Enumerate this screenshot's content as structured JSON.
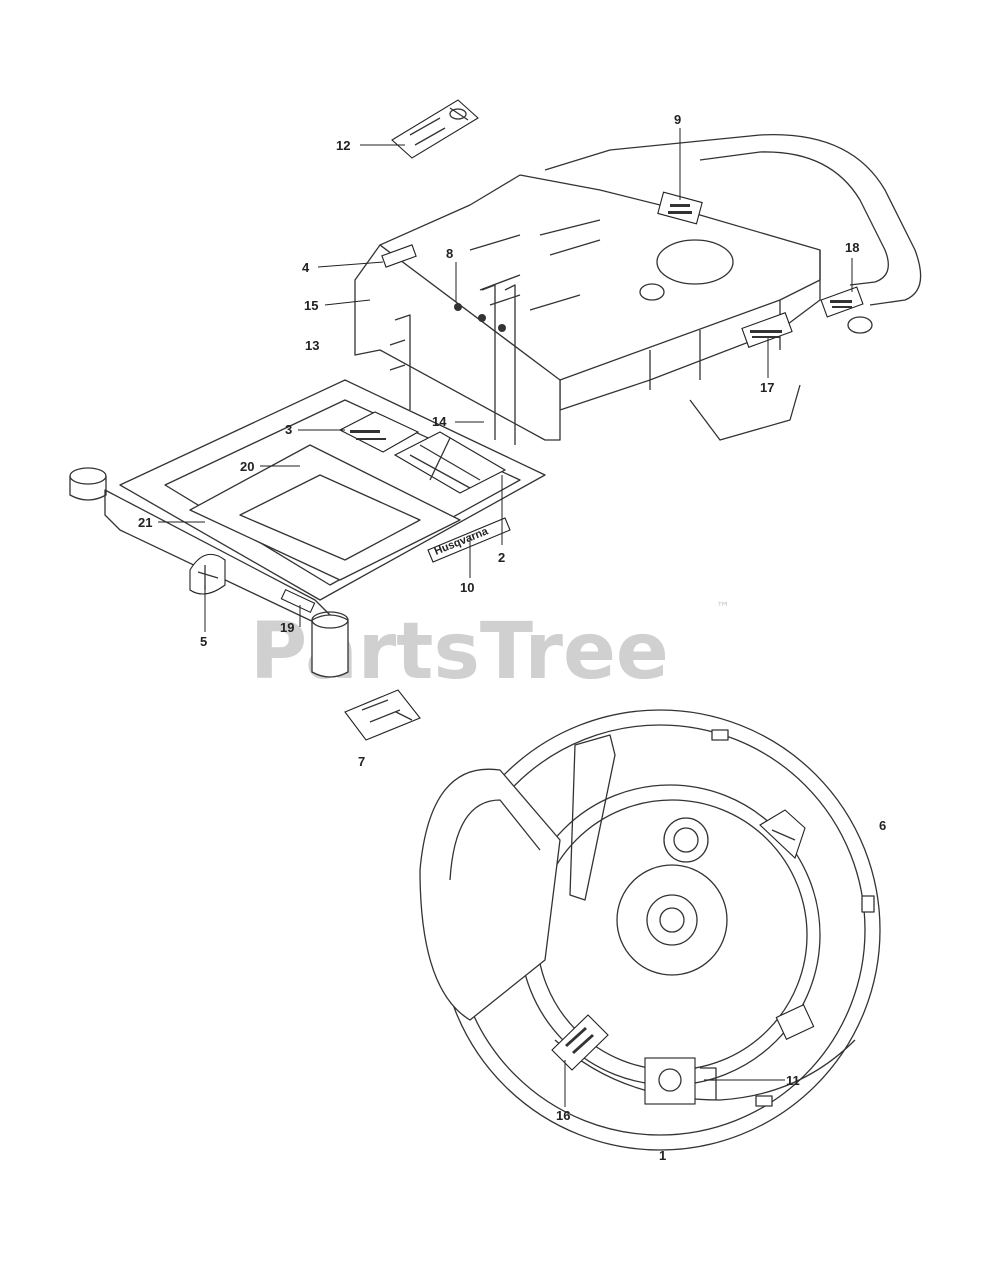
{
  "watermark": {
    "text": "PartsTree",
    "trademark": "™"
  },
  "brand_text": "Husqvarna",
  "callouts": [
    {
      "id": "c1",
      "label": "1"
    },
    {
      "id": "c2",
      "label": "2"
    },
    {
      "id": "c3",
      "label": "3"
    },
    {
      "id": "c4",
      "label": "4"
    },
    {
      "id": "c5",
      "label": "5"
    },
    {
      "id": "c6",
      "label": "6"
    },
    {
      "id": "c7",
      "label": "7"
    },
    {
      "id": "c8",
      "label": "8"
    },
    {
      "id": "c9",
      "label": "9"
    },
    {
      "id": "c10",
      "label": "10"
    },
    {
      "id": "c11",
      "label": "11"
    },
    {
      "id": "c12",
      "label": "12"
    },
    {
      "id": "c13",
      "label": "13"
    },
    {
      "id": "c14",
      "label": "14"
    },
    {
      "id": "c15",
      "label": "15"
    },
    {
      "id": "c16",
      "label": "16"
    },
    {
      "id": "c17",
      "label": "17"
    },
    {
      "id": "c18",
      "label": "18"
    },
    {
      "id": "c19",
      "label": "19"
    },
    {
      "id": "c20",
      "label": "20"
    },
    {
      "id": "c21",
      "label": "21"
    }
  ]
}
